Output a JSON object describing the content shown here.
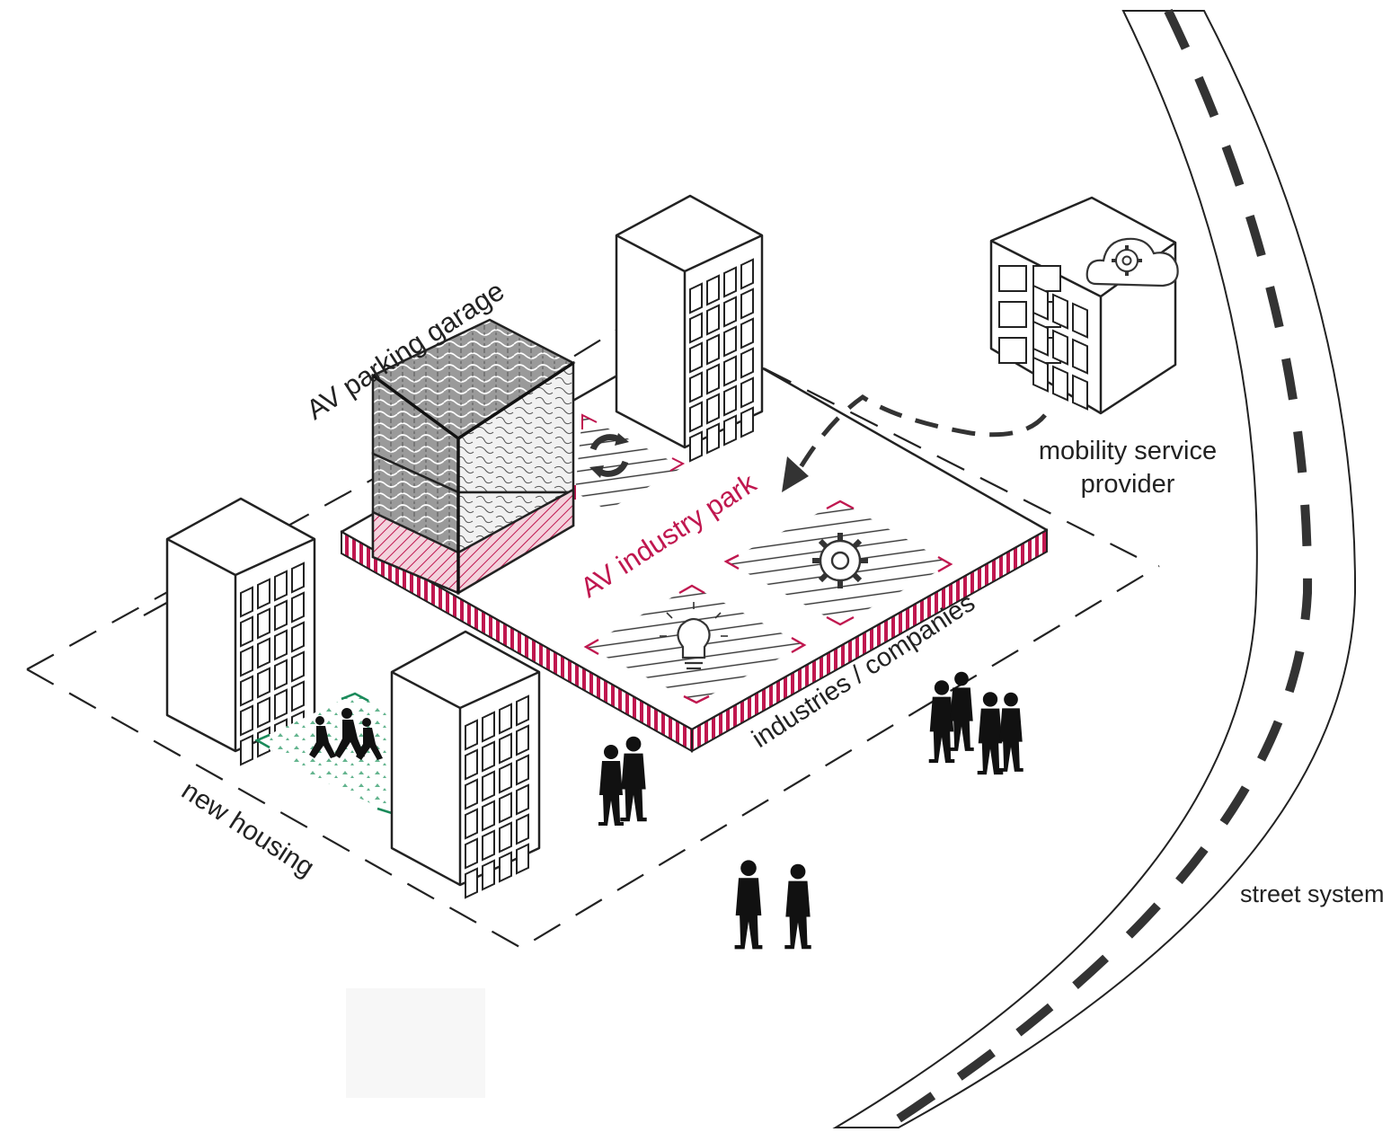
{
  "labels": {
    "parking_garage": "AV parking garage",
    "industry_park": "AV industry park",
    "industries": "industries / companies",
    "mobility_1": "mobility service",
    "mobility_2": "provider",
    "street": "street system",
    "housing": "new housing"
  },
  "icons": [
    "recycle-icon",
    "gear-icon",
    "lightbulb-icon",
    "cloud-gear-icon"
  ],
  "colors": {
    "accent": "#c0174f",
    "green": "#1a8a5a",
    "ink": "#222222"
  }
}
